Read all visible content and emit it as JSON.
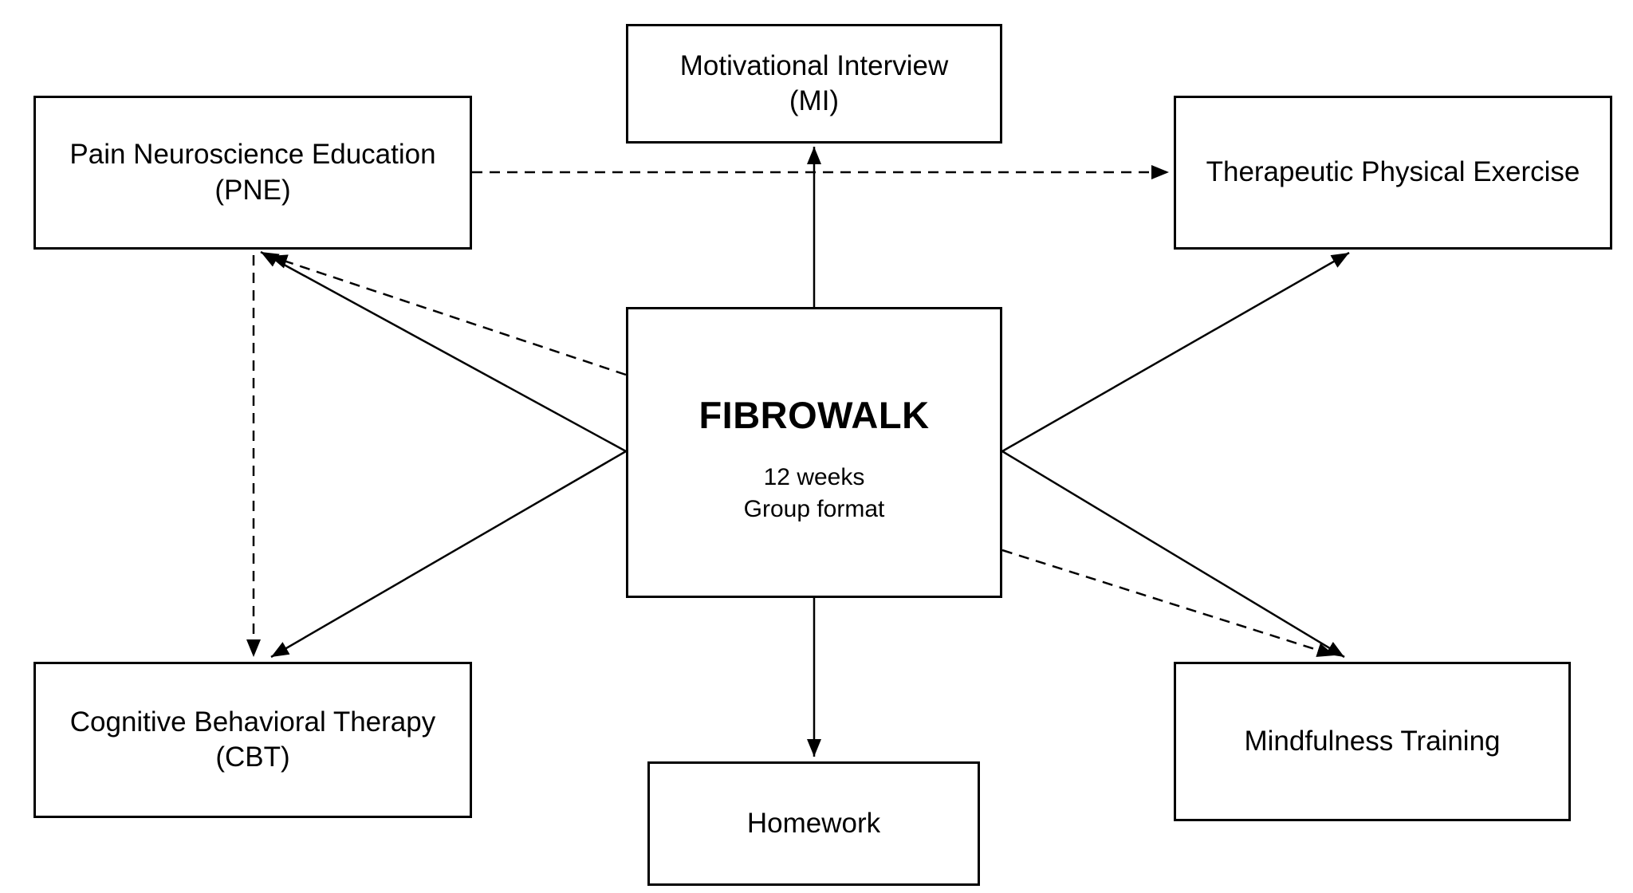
{
  "diagram": {
    "background_color": "#ffffff",
    "line_color": "#000000",
    "box_border_color": "#000000",
    "nodes": {
      "mi": {
        "title": "Motivational Interview",
        "subtitle": "(MI)"
      },
      "pne": {
        "title": "Pain Neuroscience Education",
        "subtitle": "(PNE)"
      },
      "tpe": {
        "title": "Therapeutic Physical Exercise"
      },
      "fibrowalk": {
        "title": "FIBROWALK",
        "detail1": "12 weeks",
        "detail2": "Group format"
      },
      "cbt": {
        "title": "Cognitive Behavioral Therapy",
        "subtitle": "(CBT)"
      },
      "mindfulness": {
        "title": "Mindfulness Training"
      },
      "homework": {
        "title": "Homework"
      }
    },
    "edges": [
      {
        "from": "fibrowalk",
        "to": "mi",
        "style": "solid",
        "arrow_at": "mi"
      },
      {
        "from": "pne",
        "to": "tpe",
        "style": "dashed",
        "arrow_at": "tpe"
      },
      {
        "from": "fibrowalk",
        "to": "pne",
        "style": "solid",
        "arrow_at": "pne"
      },
      {
        "from": "fibrowalk",
        "to": "pne",
        "style": "dashed",
        "arrow_at": "pne"
      },
      {
        "from": "pne",
        "to": "cbt",
        "style": "dashed",
        "arrow_at": "cbt"
      },
      {
        "from": "fibrowalk",
        "to": "cbt",
        "style": "solid",
        "arrow_at": "cbt"
      },
      {
        "from": "fibrowalk",
        "to": "tpe",
        "style": "solid",
        "arrow_at": "tpe"
      },
      {
        "from": "fibrowalk",
        "to": "mindfulness",
        "style": "solid",
        "arrow_at": "mindfulness"
      },
      {
        "from": "fibrowalk",
        "to": "mindfulness",
        "style": "dashed",
        "arrow_at": "mindfulness"
      },
      {
        "from": "fibrowalk",
        "to": "homework",
        "style": "solid",
        "arrow_at": "homework"
      }
    ]
  }
}
